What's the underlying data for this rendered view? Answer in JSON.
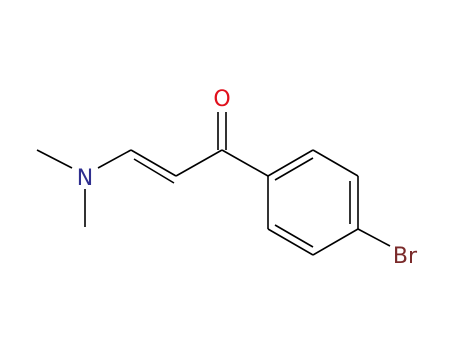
{
  "molecule": {
    "atoms": {
      "oxygen": {
        "label": "O",
        "color": "#e0101c"
      },
      "nitrogen": {
        "label": "N",
        "color": "#2f2f8f"
      },
      "bromine": {
        "label": "Br",
        "color": "#7a2a2a"
      }
    },
    "bond_color": "#000000"
  }
}
